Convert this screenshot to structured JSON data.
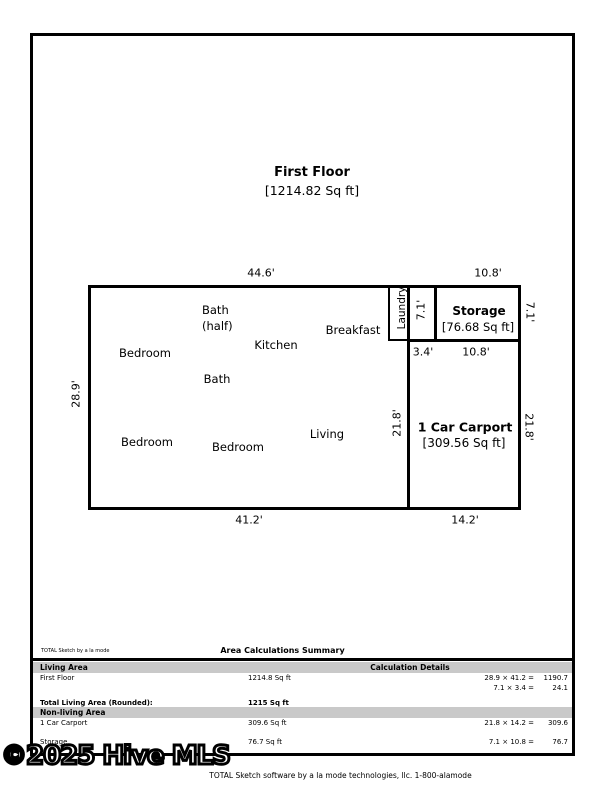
{
  "sketch": {
    "title": "First Floor",
    "title_area": "[1214.82 Sq ft]",
    "rooms": {
      "bath_half": "Bath\n(half)",
      "kitchen": "Kitchen",
      "breakfast": "Breakfast",
      "laundry": "Laundry",
      "bedroom_top": "Bedroom",
      "bath": "Bath",
      "bedroom_left": "Bedroom",
      "bedroom_mid": "Bedroom",
      "living": "Living",
      "storage_name": "Storage",
      "storage_area": "[76.68 Sq ft]",
      "carport_name": "1 Car Carport",
      "carport_area": "[309.56 Sq ft]"
    },
    "dims": {
      "top_main": "44.6'",
      "top_storage": "10.8'",
      "left_height": "28.9'",
      "laundry_height": "7.1'",
      "storage_height": "7.1'",
      "step_width": "3.4'",
      "storage_width": "10.8'",
      "carport_height_left": "21.8'",
      "carport_height_right": "21.8'",
      "bottom_main": "41.2'",
      "bottom_carport": "14.2'"
    }
  },
  "summary": {
    "brand": "TOTAL Sketch by a la mode",
    "title": "Area Calculations Summary",
    "living_header": "Living Area",
    "calc_header": "Calculation Details",
    "living_rows": [
      {
        "name": "First Floor",
        "value": "1214.8 Sq ft",
        "calcs": [
          {
            "expr": "28.9 × 41.2 =",
            "result": "1190.7"
          },
          {
            "expr": "7.1 × 3.4 =",
            "result": "24.1"
          }
        ]
      }
    ],
    "total_label": "Total Living Area (Rounded):",
    "total_value": "1215 Sq ft",
    "nonliving_header": "Non-living Area",
    "nonliving_rows": [
      {
        "name": "1 Car Carport",
        "value": "309.6 Sq ft",
        "calcs": [
          {
            "expr": "21.8 × 14.2 =",
            "result": "309.6"
          }
        ]
      },
      {
        "name": "Storage",
        "value": "76.7 Sq ft",
        "calcs": [
          {
            "expr": "7.1 × 10.8 =",
            "result": "76.7"
          }
        ]
      }
    ]
  },
  "watermark": "©2025 Hive MLS",
  "footer": "TOTAL Sketch software by a la mode technologies, llc. 1-800-alamode",
  "colors": {
    "wall": "#000000",
    "section_bar": "#c9c9c9"
  }
}
